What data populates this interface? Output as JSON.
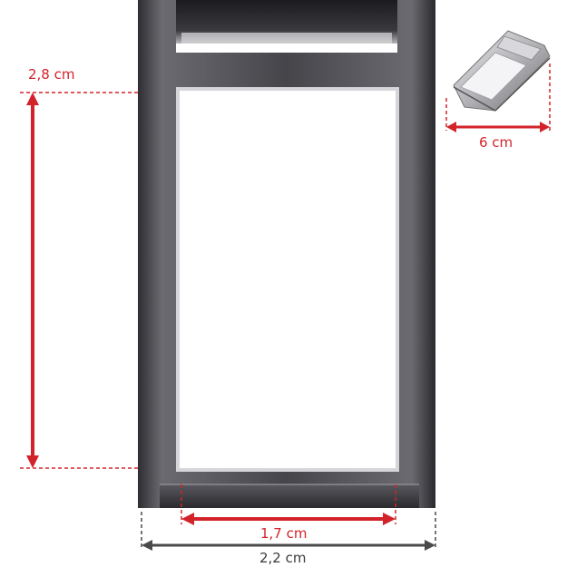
{
  "colors": {
    "accent": "#d3232a",
    "dimension_grey": "#4a4a4a",
    "metal_dark": "#3c3c40",
    "metal_light": "#c8c8cc"
  },
  "dimensions": {
    "height": "2,8 cm",
    "inner_width": "1,7 cm",
    "outer_width": "2,2 cm",
    "thumbnail_length": "6 cm"
  },
  "icons": {
    "main": "money-clip-frame-icon",
    "thumbnail": "money-clip-thumbnail-icon"
  }
}
